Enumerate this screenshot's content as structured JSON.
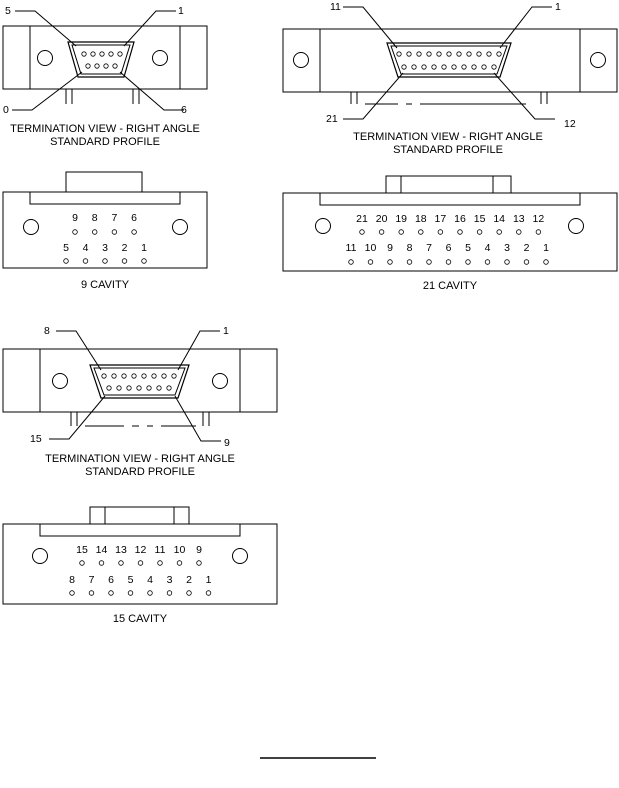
{
  "connectors": [
    {
      "id": "c9",
      "termination": {
        "caption_line1": "TERMINATION VIEW - RIGHT ANGLE",
        "caption_line2": "STANDARD PROFILE",
        "callouts": {
          "top_left": "5",
          "top_right": "1",
          "bottom_left": "0",
          "bottom_right": "6"
        }
      },
      "cavity": {
        "title": "9 CAVITY",
        "top_row": [
          "9",
          "8",
          "7",
          "6"
        ],
        "bottom_row": [
          "5",
          "4",
          "3",
          "2",
          "1"
        ]
      }
    },
    {
      "id": "c21",
      "termination": {
        "caption_line1": "TERMINATION VIEW - RIGHT ANGLE",
        "caption_line2": "STANDARD PROFILE",
        "callouts": {
          "top_left": "11",
          "top_right": "1",
          "bottom_left": "21",
          "bottom_right": "12"
        }
      },
      "cavity": {
        "title": "21 CAVITY",
        "top_row": [
          "21",
          "20",
          "19",
          "18",
          "17",
          "16",
          "15",
          "14",
          "13",
          "12"
        ],
        "bottom_row": [
          "11",
          "10",
          "9",
          "8",
          "7",
          "6",
          "5",
          "4",
          "3",
          "2",
          "1"
        ]
      }
    },
    {
      "id": "c15",
      "termination": {
        "caption_line1": "TERMINATION VIEW - RIGHT ANGLE",
        "caption_line2": "STANDARD PROFILE",
        "callouts": {
          "top_left": "8",
          "top_right": "1",
          "bottom_left": "15",
          "bottom_right": "9"
        }
      },
      "cavity": {
        "title": "15 CAVITY",
        "top_row": [
          "15",
          "14",
          "13",
          "12",
          "11",
          "10",
          "9"
        ],
        "bottom_row": [
          "8",
          "7",
          "6",
          "5",
          "4",
          "3",
          "2",
          "1"
        ]
      }
    }
  ]
}
